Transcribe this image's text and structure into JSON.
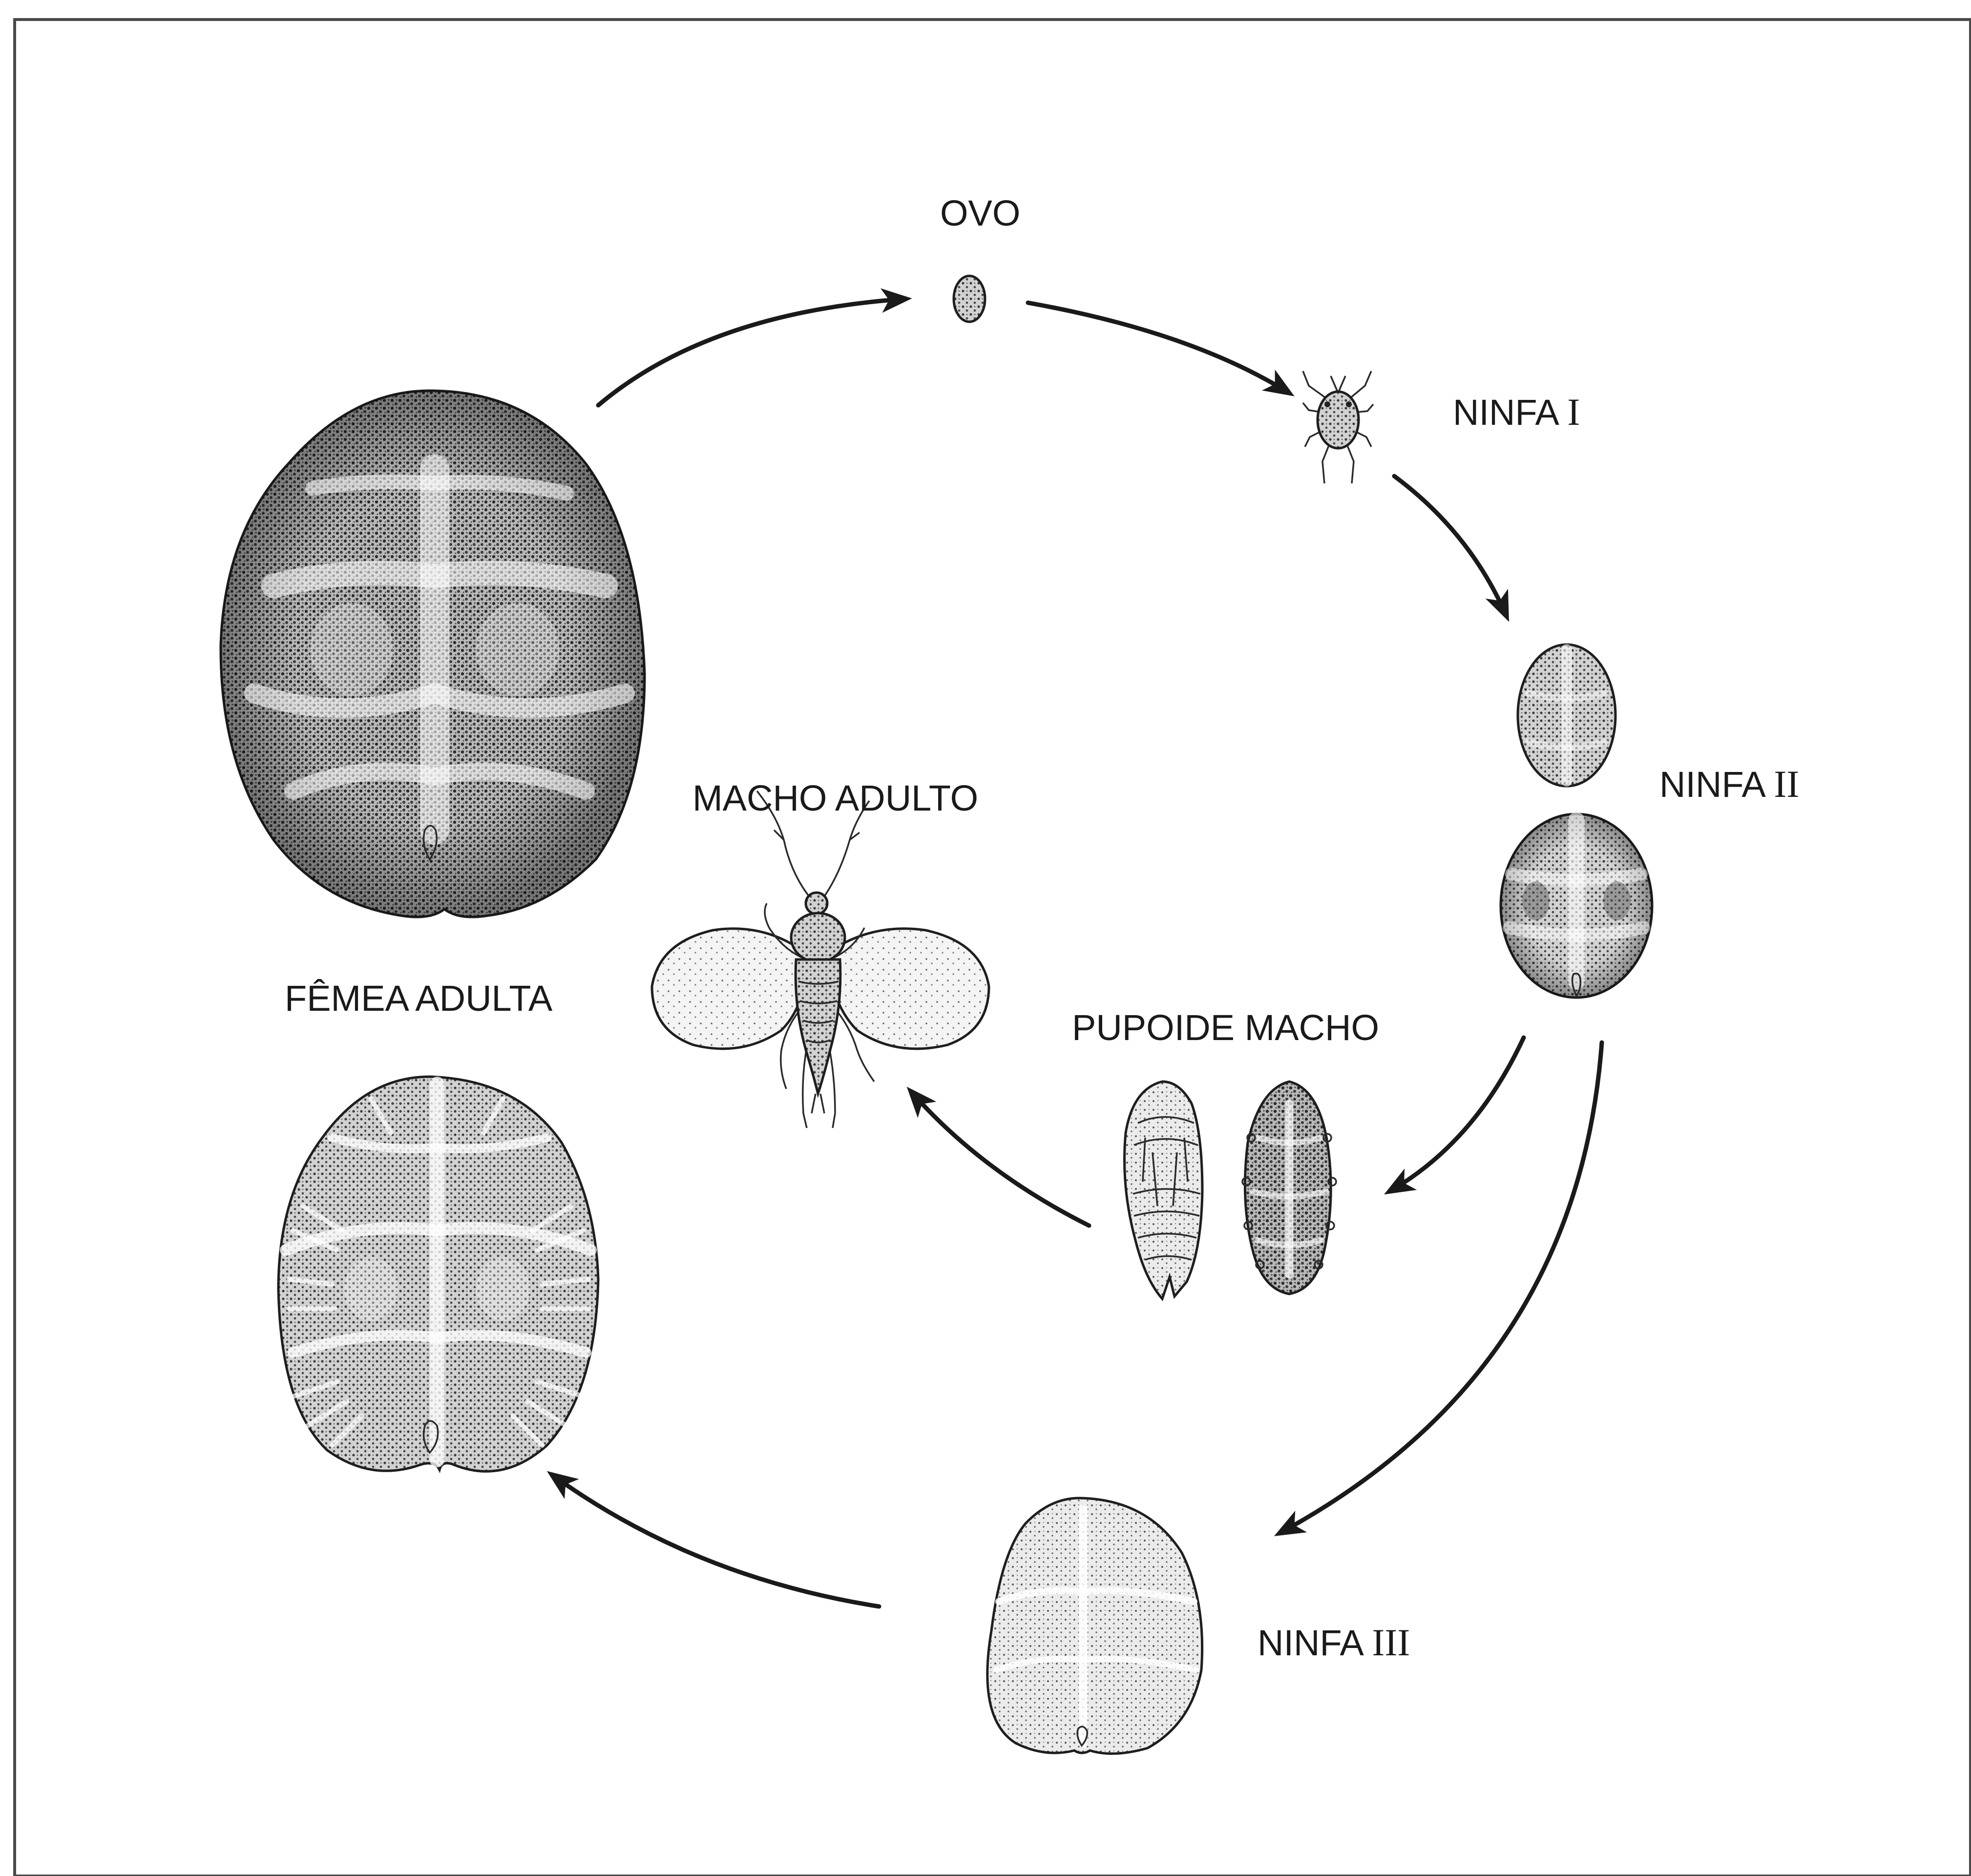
{
  "diagram": {
    "stages": {
      "egg": "OVO",
      "nymph1": {
        "text": "NINFA ",
        "numeral": "I"
      },
      "nymph2": {
        "text": "NINFA ",
        "numeral": "II"
      },
      "nymph3": {
        "text": "NINFA ",
        "numeral": "III"
      },
      "male_pupa": "PUPOIDE MACHO",
      "male_adult": "MACHO ADULTO",
      "female_adult": "FÊMEA ADULTA"
    }
  }
}
